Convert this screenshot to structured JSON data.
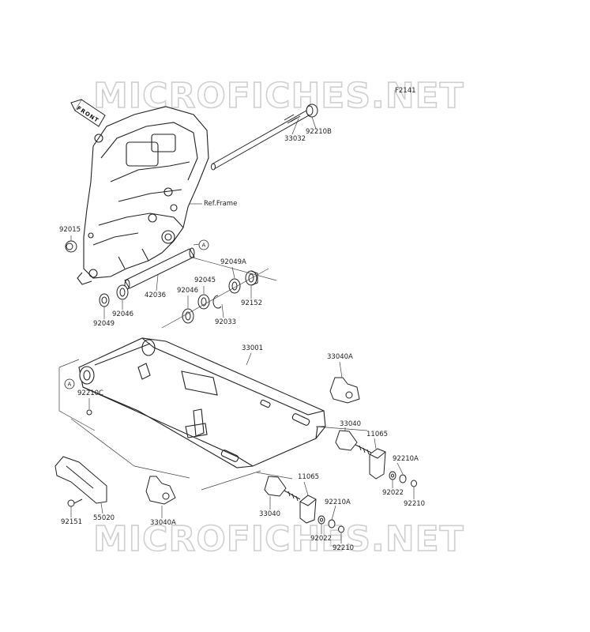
{
  "diagram_code": "F2141",
  "watermark": "MICROFICHES.NET",
  "front_label": "FRONT",
  "ref_frame_label": "Ref.Frame",
  "callout_letter": "A",
  "parts": [
    "92210B",
    "33032",
    "92015",
    "92049A",
    "42036",
    "92045",
    "92046",
    "92152",
    "92033",
    "92049",
    "92046",
    "33001",
    "33040A",
    "92210C",
    "33040",
    "11065",
    "92210A",
    "92022",
    "92210",
    "11065",
    "92210A",
    "33040",
    "92022",
    "92210",
    "92151",
    "55020",
    "33040A"
  ]
}
